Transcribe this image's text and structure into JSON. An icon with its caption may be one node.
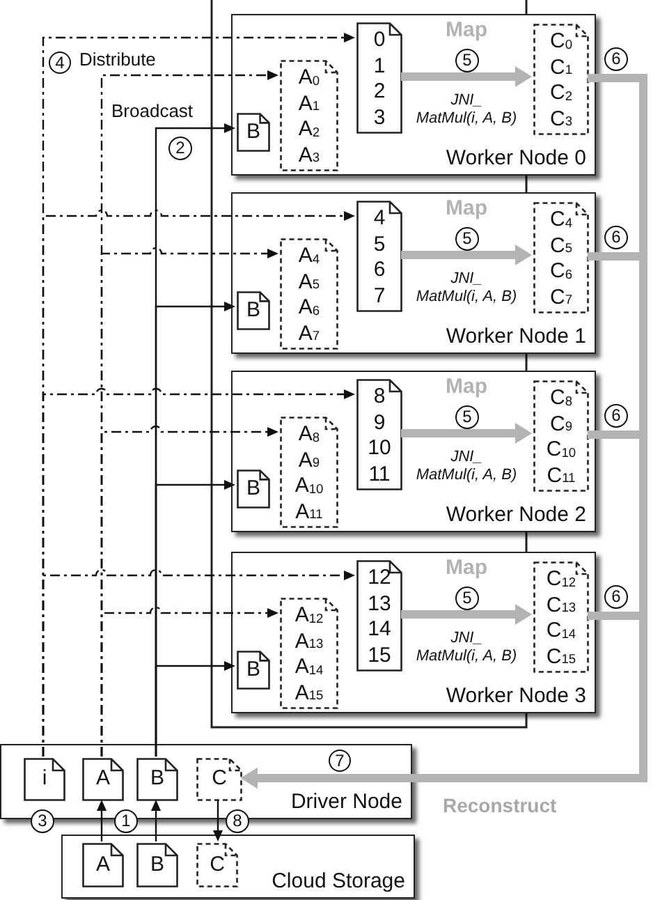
{
  "diagram": {
    "nodes": [
      {
        "text": [
          "Worker Node 0"
        ]
      },
      {
        "text": [
          "0 1 2 3"
        ],
        "in": 0
      },
      {
        "text": [
          "A$_{0}$ A$_{1}$ A$_{2}$ A$_{3}$"
        ],
        "in": 0
      },
      {
        "text": [
          "B"
        ],
        "in": 0
      },
      {
        "text": [
          "C$_{0}$ C$_{1}$ C$_{2}$ C$_{3}$"
        ],
        "in": 0
      },
      {
        "text": [
          "5"
        ],
        "in": 0
      },
      {
        "text": [
          "Worker Node 1"
        ]
      },
      {
        "text": [
          "4 5 6 7"
        ],
        "in": 6
      },
      {
        "text": [
          "A$_{4}$ A$_{5}$ A$_{6}$ A$_{7}$"
        ],
        "in": 6
      },
      {
        "text": [
          "B"
        ],
        "in": 6
      },
      {
        "text": [
          "C$_{4}$ C$_{5}$ C$_{6}$ C$_{7}$"
        ],
        "in": 6
      },
      {
        "text": [
          "5"
        ],
        "in": 6
      },
      {
        "text": [
          "Worker Node 2"
        ]
      },
      {
        "text": [
          "8 9 10 11"
        ],
        "in": 12
      },
      {
        "text": [
          "A$_{8}$ A$_{9}$ A$_{10}$ A$_{11}$"
        ],
        "in": 12
      },
      {
        "text": [
          "B"
        ],
        "in": 12
      },
      {
        "text": [
          "C$_{8}$ C$_{9}$ C$_{10}$ C$_{11}$"
        ],
        "in": 12
      },
      {
        "text": [
          "5"
        ],
        "in": 12
      },
      {
        "text": [
          "Worker Node 3"
        ]
      },
      {
        "text": [
          "12 13 14 15"
        ],
        "in": 18
      },
      {
        "text": [
          "A$_{12}$ A$_{13}$ A$_{14}$ A$_{15}$"
        ],
        "in": 18
      },
      {
        "text": [
          "B"
        ],
        "in": 18
      },
      {
        "text": [
          "C$_{12}$ C$_{13}$ C$_{14}$ C$_{15}$"
        ],
        "in": 18
      },
      {
        "text": [
          "5"
        ],
        "in": 18
      },
      {
        "text": [
          "6"
        ]
      },
      {
        "text": [
          "6"
        ]
      },
      {
        "text": [
          "6"
        ]
      },
      {
        "text": [
          "6"
        ]
      },
      {
        "text": [
          "4"
        ],
        "beside": [
          "Distribute"
        ]
      },
      {
        "text": [
          "2"
        ],
        "beside": [
          "Broadcast"
        ]
      },
      {
        "text": [
          "Driver Node"
        ]
      },
      {
        "text": [
          "i"
        ],
        "in": 30
      },
      {
        "text": [
          "A"
        ],
        "in": 30
      },
      {
        "text": [
          "B"
        ],
        "in": 30
      },
      {
        "text": [
          "C"
        ],
        "in": 30
      },
      {
        "text": [
          "7"
        ],
        "in": 30
      },
      {
        "text": [
          "Cloud Storage"
        ]
      },
      {
        "text": [
          "A"
        ],
        "in": 36
      },
      {
        "text": [
          "B"
        ],
        "in": 36
      },
      {
        "text": [
          "C"
        ],
        "in": 36
      },
      {
        "text": [
          "3"
        ]
      },
      {
        "text": [
          "1"
        ]
      },
      {
        "text": [
          "8"
        ]
      }
    ],
    "edges": [
      {
        "from": 1,
        "to": 4,
        "arrow": "to",
        "label": "Map",
        "style": "thick",
        "color": "#b3b3b3"
      },
      {
        "from": 7,
        "to": 10,
        "arrow": "to",
        "label": "Map",
        "style": "thick",
        "color": "#b3b3b3"
      },
      {
        "from": 13,
        "to": 16,
        "arrow": "to",
        "label": "Map",
        "style": "thick",
        "color": "#b3b3b3"
      },
      {
        "from": 19,
        "to": 22,
        "arrow": "to",
        "label": "Map",
        "style": "thick",
        "color": "#b3b3b3"
      },
      {
        "from": 31,
        "to": 1,
        "arrow": "to",
        "style": "dashed"
      },
      {
        "from": 31,
        "to": 7,
        "arrow": "to",
        "style": "dashed"
      },
      {
        "from": 31,
        "to": 13,
        "arrow": "to",
        "style": "dashed"
      },
      {
        "from": 31,
        "to": 19,
        "arrow": "to",
        "style": "dashed"
      },
      {
        "from": 32,
        "to": 2,
        "arrow": "to",
        "style": "dashed"
      },
      {
        "from": 32,
        "to": 8,
        "arrow": "to",
        "style": "dashed"
      },
      {
        "from": 32,
        "to": 14,
        "arrow": "to",
        "style": "dashed"
      },
      {
        "from": 32,
        "to": 20,
        "arrow": "to",
        "style": "dashed"
      },
      {
        "from": 33,
        "to": 3,
        "arrow": "to"
      },
      {
        "from": 33,
        "to": 9,
        "arrow": "to"
      },
      {
        "from": 33,
        "to": 15,
        "arrow": "to"
      },
      {
        "from": 33,
        "to": 21,
        "arrow": "to"
      },
      {
        "from": 37,
        "to": 32,
        "arrow": "to"
      },
      {
        "from": 38,
        "to": 33,
        "arrow": "to"
      },
      {
        "from": 34,
        "to": 39,
        "arrow": "to"
      },
      {
        "from": 4,
        "to": 34,
        "arrow": "to",
        "style": "thick",
        "color": "#b3b3b3"
      },
      {
        "from": 10,
        "to": 34,
        "arrow": "to",
        "style": "thick",
        "color": "#b3b3b3"
      },
      {
        "from": 16,
        "to": 34,
        "arrow": "to",
        "style": "thick",
        "color": "#b3b3b3"
      },
      {
        "from": 22,
        "to": 34,
        "arrow": "to",
        "style": "thick",
        "color": "#b3b3b3"
      }
    ],
    "labels": [
      "JNI_ MatMul(i, A, B)",
      "JNI_ MatMul(i, A, B)",
      "JNI_ MatMul(i, A, B)",
      "JNI_ MatMul(i, A, B)",
      "Reconstruct"
    ]
  }
}
